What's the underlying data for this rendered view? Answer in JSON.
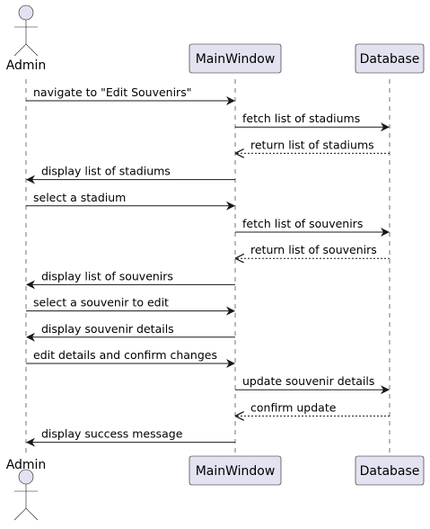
{
  "participants": [
    {
      "id": "admin",
      "label": "Admin",
      "kind": "actor"
    },
    {
      "id": "main",
      "label": "MainWindow",
      "kind": "box"
    },
    {
      "id": "db",
      "label": "Database",
      "kind": "box"
    }
  ],
  "messages": [
    {
      "from": "admin",
      "to": "main",
      "text": "navigate to \"Edit Souvenirs\"",
      "style": "solid"
    },
    {
      "from": "main",
      "to": "db",
      "text": "fetch list of stadiums",
      "style": "solid"
    },
    {
      "from": "db",
      "to": "main",
      "text": "return list of stadiums",
      "style": "dashed"
    },
    {
      "from": "main",
      "to": "admin",
      "text": "display list of stadiums",
      "style": "solid"
    },
    {
      "from": "admin",
      "to": "main",
      "text": "select a stadium",
      "style": "solid"
    },
    {
      "from": "main",
      "to": "db",
      "text": "fetch list of souvenirs",
      "style": "solid"
    },
    {
      "from": "db",
      "to": "main",
      "text": "return list of souvenirs",
      "style": "dashed"
    },
    {
      "from": "main",
      "to": "admin",
      "text": "display list of souvenirs",
      "style": "solid"
    },
    {
      "from": "admin",
      "to": "main",
      "text": "select a souvenir to edit",
      "style": "solid"
    },
    {
      "from": "main",
      "to": "admin",
      "text": "display souvenir details",
      "style": "solid"
    },
    {
      "from": "admin",
      "to": "main",
      "text": "edit details and confirm changes",
      "style": "solid"
    },
    {
      "from": "main",
      "to": "db",
      "text": "update souvenir details",
      "style": "solid"
    },
    {
      "from": "db",
      "to": "main",
      "text": "confirm update",
      "style": "dashed"
    },
    {
      "from": "main",
      "to": "admin",
      "text": "display success message",
      "style": "solid"
    }
  ],
  "colors": {
    "participant_fill": "#E2E2F0",
    "participant_stroke": "#181818",
    "lifeline": "#181818",
    "arrow": "#181818"
  }
}
